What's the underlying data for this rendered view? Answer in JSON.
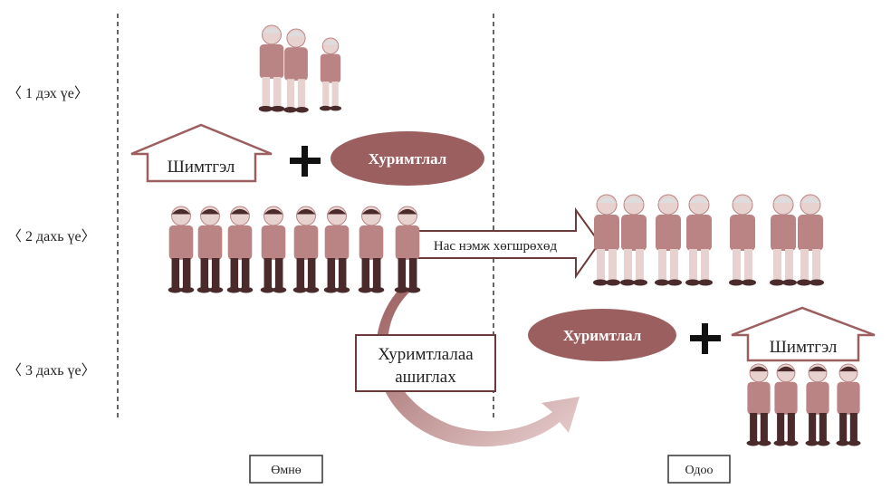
{
  "generations": [
    "〈 1 дэх үе〉",
    "〈 2 дахь үе〉",
    "〈 3 дахь үе〉"
  ],
  "contribution_label": "Шимтгэл",
  "savings_label": "Хуримтлал",
  "aging_arrow_label": "Нас нэмж хөгшрөхөд",
  "use_savings_label": [
    "Хуримтлалаа",
    "ашиглах"
  ],
  "time_labels": {
    "before": "Өмнө",
    "now": "Одоо"
  },
  "colors": {
    "accent": "#9b5f5f",
    "figure": "#b98483",
    "dark": "#4a2a2a",
    "light": "#e8d2cf"
  }
}
